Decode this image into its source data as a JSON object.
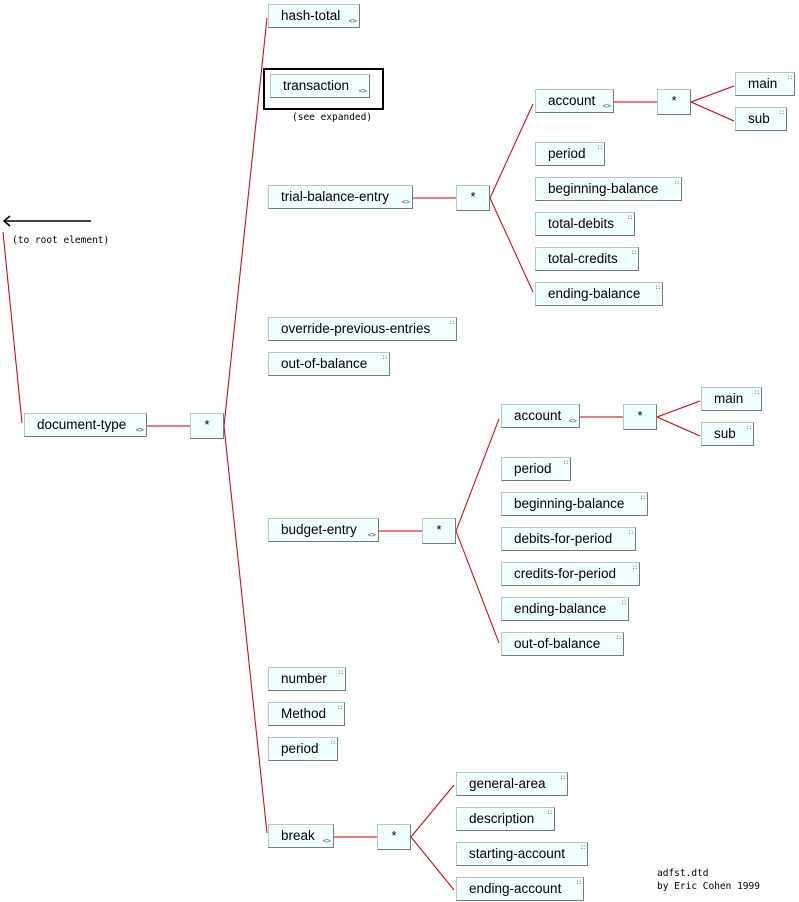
{
  "labels": {
    "root_note": "(to root element)",
    "see_expanded": "(see expanded)",
    "credit_file": "adfst.dtd",
    "credit_author": "by Eric Cohen 1999"
  },
  "nodes": {
    "document_type": "document-type",
    "hash_total": "hash-total",
    "transaction": "transaction",
    "trial_balance_entry": "trial-balance-entry",
    "override_previous_entries": "override-previous-entries",
    "out_of_balance": "out-of-balance",
    "budget_entry": "budget-entry",
    "number": "number",
    "method": "Method",
    "period": "period",
    "break": "break",
    "tb_account": "account",
    "tb_main": "main",
    "tb_sub": "sub",
    "tb_period": "period",
    "tb_beginning_balance": "beginning-balance",
    "tb_total_debits": "total-debits",
    "tb_total_credits": "total-credits",
    "tb_ending_balance": "ending-balance",
    "bu_account": "account",
    "bu_main": "main",
    "bu_sub": "sub",
    "bu_period": "period",
    "bu_beginning_balance": "beginning-balance",
    "bu_debits_for_period": "debits-for-period",
    "bu_credits_for_period": "credits-for-period",
    "bu_ending_balance": "ending-balance",
    "bu_out_of_balance": "out-of-balance",
    "br_general_area": "general-area",
    "br_description": "description",
    "br_starting_account": "starting-account",
    "br_ending_account": "ending-account"
  },
  "star_symbol": "*",
  "colors": {
    "connector": "#cc0000",
    "node_fill": "#f0ffff"
  },
  "icons": {
    "expandable": "expand-arrows-icon",
    "text_content": "text-grid-icon"
  }
}
